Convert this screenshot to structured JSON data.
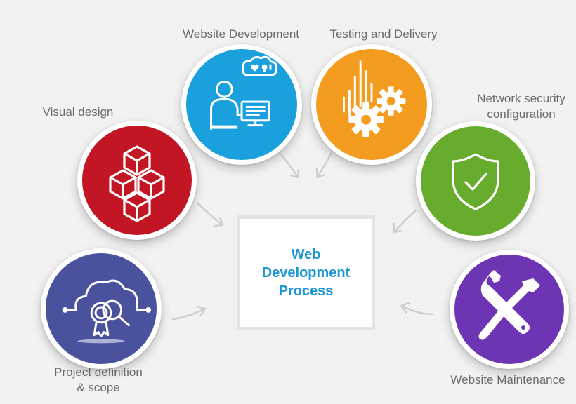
{
  "center": {
    "line1": "Web",
    "line2": "Development",
    "line3": "Process"
  },
  "stages": {
    "website_development": {
      "label": "Website Development",
      "color": "#1ba0de",
      "icon": "developer-computer-icon"
    },
    "testing_delivery": {
      "label": "Testing and Delivery",
      "color": "#f39c1f",
      "icon": "gears-chart-icon"
    },
    "visual_design": {
      "label": "Visual design",
      "color": "#c21624",
      "icon": "cubes-icon"
    },
    "network_security": {
      "label_line1": "Network security",
      "label_line2": "configuration",
      "color": "#67ac2c",
      "icon": "shield-check-icon"
    },
    "project_definition": {
      "label_line1": "Project definition",
      "label_line2": "& scope",
      "color": "#4a529e",
      "icon": "cloud-magnifier-icon"
    },
    "website_maintenance": {
      "label": "Website Maintenance",
      "color": "#6d35b4",
      "icon": "wrench-screwdriver-icon"
    }
  }
}
